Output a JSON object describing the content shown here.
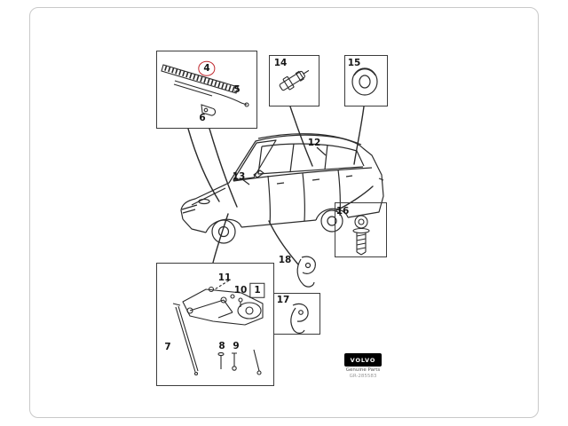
{
  "colors": {
    "background": "#ffffff",
    "line": "#2b2b2b",
    "frame_border": "#c9c9c9",
    "highlight_red": "#c0272d",
    "logo_bg": "#000000",
    "logo_text_color": "#ffffff",
    "code_text_color": "#999999"
  },
  "callouts": {
    "part1": "1",
    "part4": "4",
    "part5": "5",
    "part6": "6",
    "part7": "7",
    "part8": "8",
    "part9": "9",
    "part10": "10",
    "part11": "11",
    "part12": "12",
    "part13": "13",
    "part14": "14",
    "part15": "15",
    "part16": "16",
    "part17": "17",
    "part18": "18"
  },
  "branding": {
    "logo_text": "VOLVO",
    "logo_subtitle": "Genuine Parts",
    "drawing_code": "GR-285583"
  }
}
